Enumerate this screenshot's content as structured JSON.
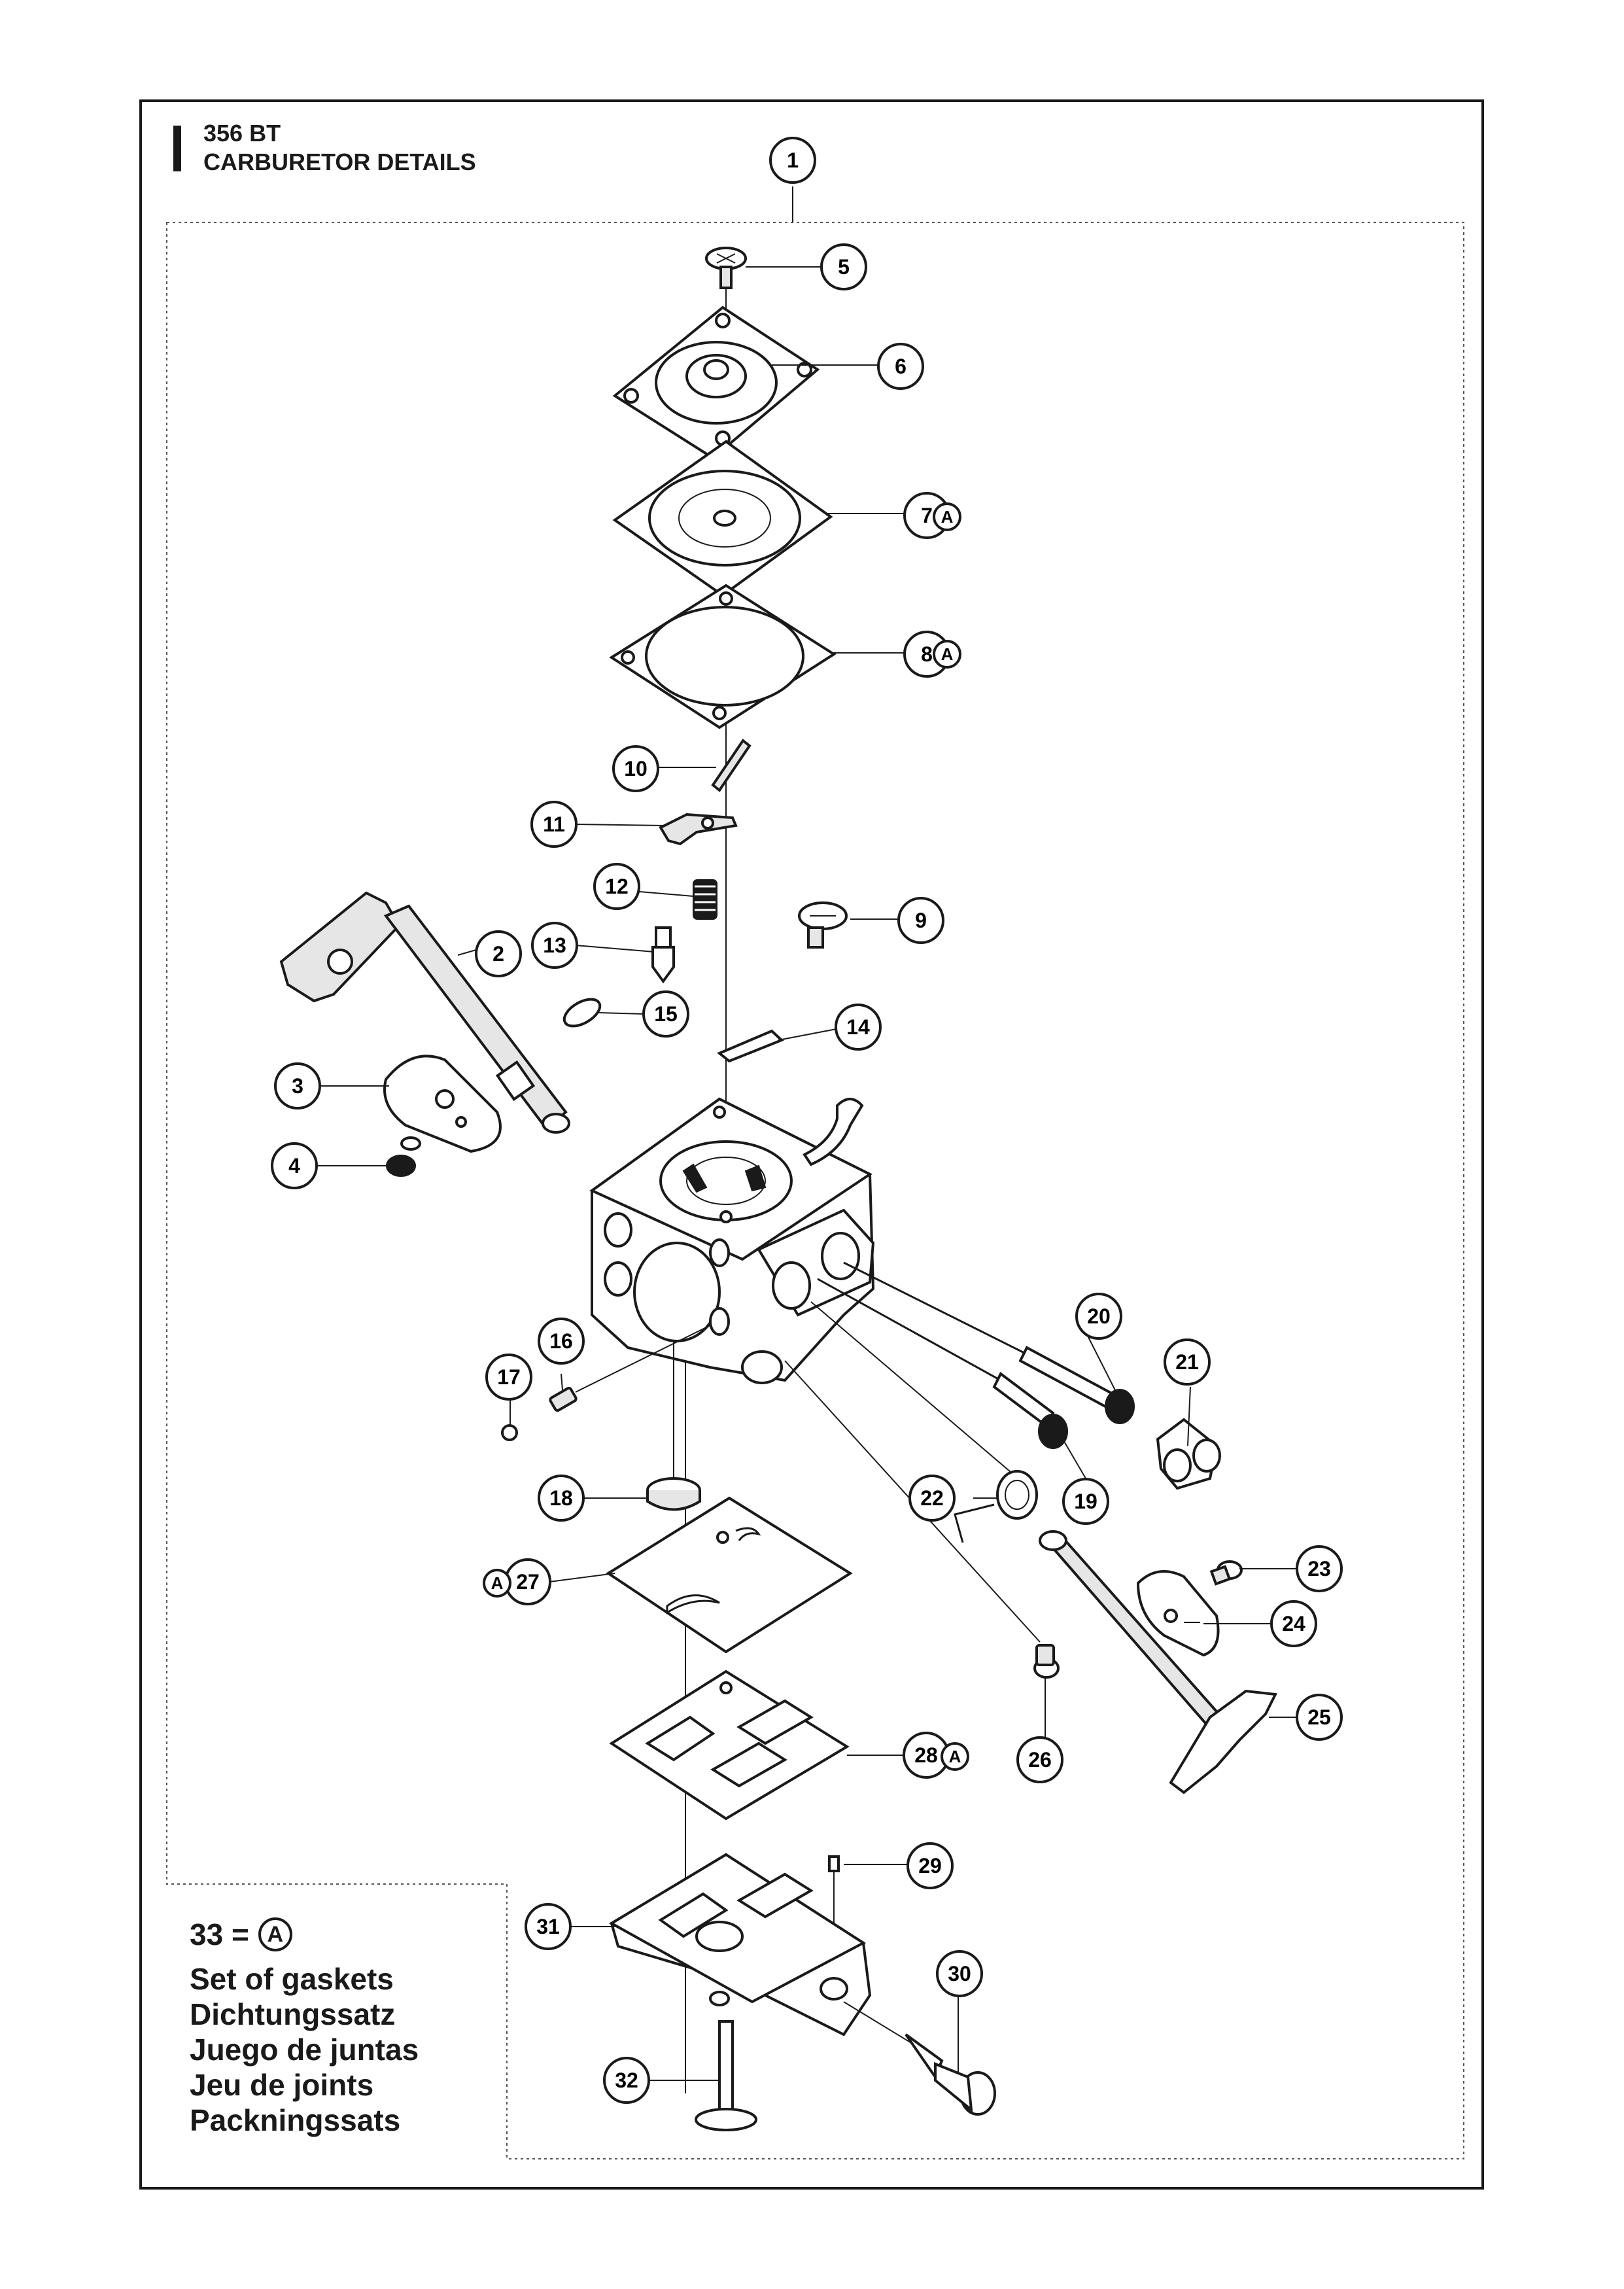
{
  "header": {
    "model": "356 BT",
    "title": "CARBURETOR DETAILS"
  },
  "kit_marker": "A",
  "callouts": [
    "1",
    "2",
    "3",
    "4",
    "5",
    "6",
    "7",
    "8",
    "9",
    "10",
    "11",
    "12",
    "13",
    "14",
    "15",
    "16",
    "17",
    "18",
    "19",
    "20",
    "21",
    "22",
    "23",
    "24",
    "25",
    "26",
    "27",
    "28",
    "29",
    "30",
    "31",
    "32"
  ],
  "kit_callouts": [
    "7",
    "8",
    "27",
    "28"
  ],
  "kit_note": {
    "number": "33 =",
    "marker": "A",
    "lines": [
      "Set of gaskets",
      "Dichtungssatz",
      "Juego de juntas",
      "Jeu de joints",
      "Packningssats"
    ]
  },
  "colors": {
    "ink": "#1a1a1a",
    "paper": "#ffffff",
    "part_fill": "#e6e6e6",
    "dotted_border": "#555555"
  }
}
